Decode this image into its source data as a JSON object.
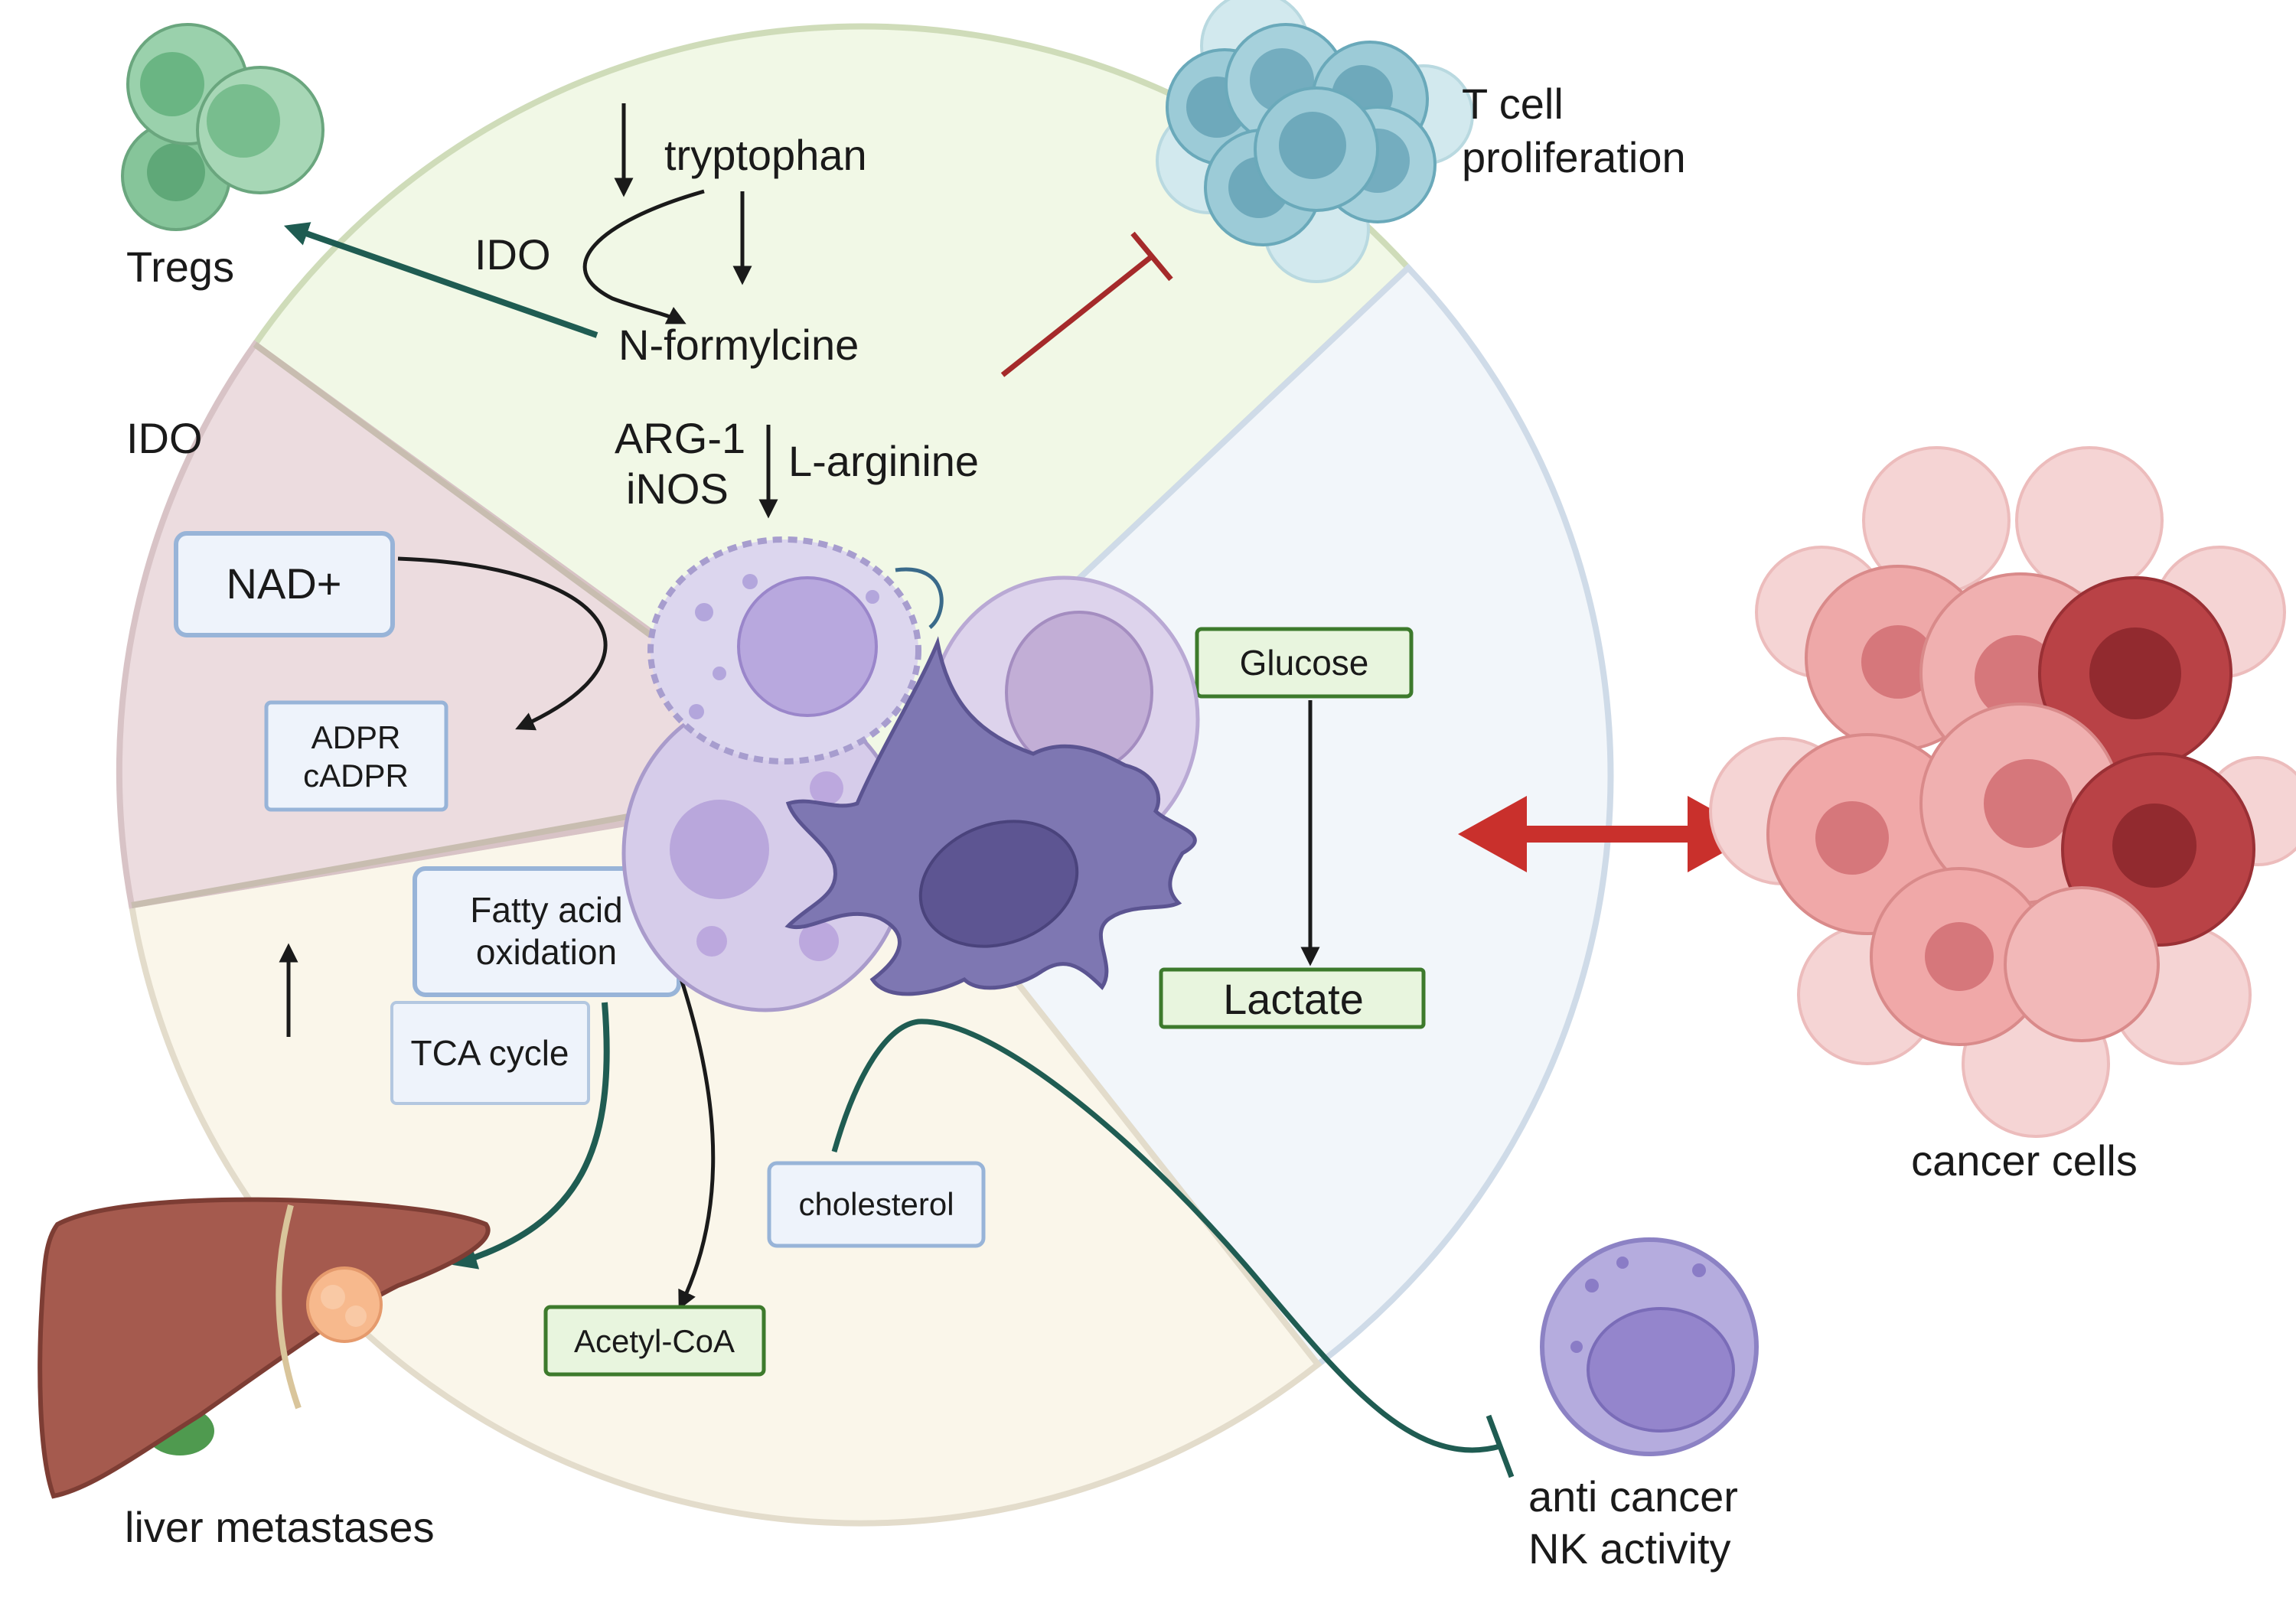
{
  "labels": {
    "tryptophan": "tryptophan",
    "ido_top": "IDO",
    "n_formylcine": "N-formylcine",
    "tregs": "Tregs",
    "t_cell_line1": "T cell",
    "t_cell_line2": "proliferation",
    "ido_left": "IDO",
    "arg1": "ARG-1",
    "inos": "iNOS",
    "l_arginine": "L-arginine",
    "cancer_cells": "cancer cells",
    "liver_metastases": "liver metastases",
    "nk_line1": "anti cancer",
    "nk_line2": "NK activity"
  },
  "boxes": {
    "nad": "NAD+",
    "adpr": "ADPR",
    "cadpr": "cADPR",
    "fatty_line1": "Fatty acid",
    "fatty_line2": "oxidation",
    "tca": "TCA cycle",
    "cholesterol": "cholesterol",
    "acetyl": "Acetyl-CoA",
    "glucose": "Glucose",
    "lactate": "Lactate"
  },
  "colors": {
    "sector_green": "#f1f8e6",
    "sector_pink": "#ecdcdf",
    "sector_cream": "#faf6ea",
    "sector_blue": "#f2f6fa",
    "teal_arrow": "#1f5c52",
    "red_inhibit": "#a52a2a",
    "red_double_arrow": "#c9302c",
    "blue_box_border": "#98b4d8",
    "blue_box_fill": "#eef3fb",
    "green_box_border": "#3d7a2c",
    "green_box_fill": "#e8f5de"
  }
}
